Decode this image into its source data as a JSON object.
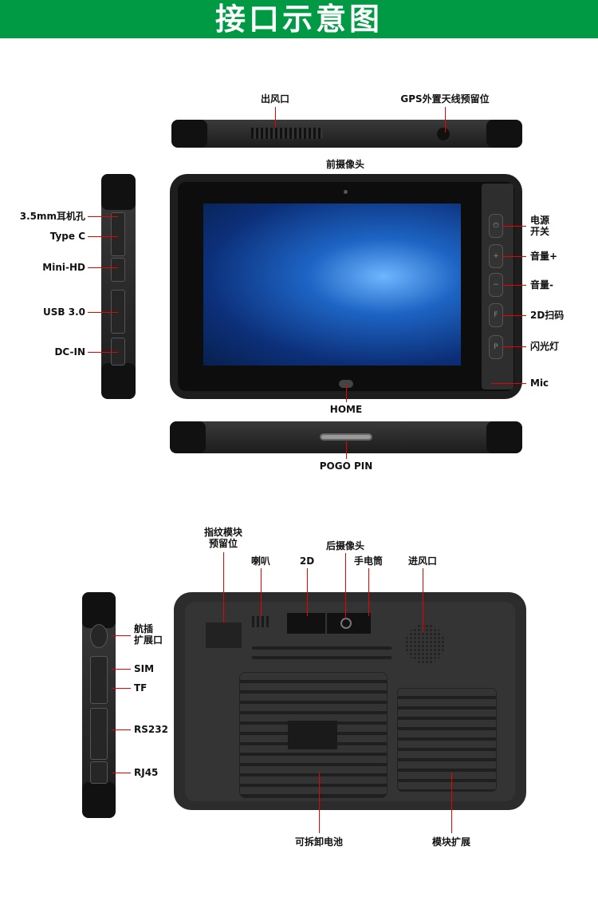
{
  "header": {
    "title": "接口示意图"
  },
  "top_view": {
    "labels": [
      "出风口",
      "GPS外置天线预留位"
    ]
  },
  "front_view": {
    "labels": {
      "front_camera": "前摄像头",
      "home": "HOME",
      "power": "电源\n开关",
      "vol_up": "音量+",
      "vol_down": "音量-",
      "scan": "2D扫码",
      "flash": "闪光灯",
      "mic": "Mic"
    },
    "buttons": {
      "vol_up": "+",
      "vol_down": "−",
      "scan": "F",
      "flash": "P"
    }
  },
  "left_side": {
    "labels": [
      "3.5mm耳机孔",
      "Type C",
      "Mini-HD",
      "USB 3.0",
      "DC-IN"
    ]
  },
  "bottom_view": {
    "labels": [
      "POGO PIN"
    ]
  },
  "back_view": {
    "labels": {
      "fingerprint": "指纹模块\n预留位",
      "speaker": "喇叭",
      "scan": "2D",
      "rear_camera": "后摄像头",
      "flashlight": "手电筒",
      "air_in": "进风口",
      "battery": "可拆卸电池",
      "module": "模块扩展"
    }
  },
  "back_side": {
    "labels": [
      "航插\n扩展口",
      "SIM",
      "TF",
      "RS232",
      "RJ45"
    ]
  }
}
